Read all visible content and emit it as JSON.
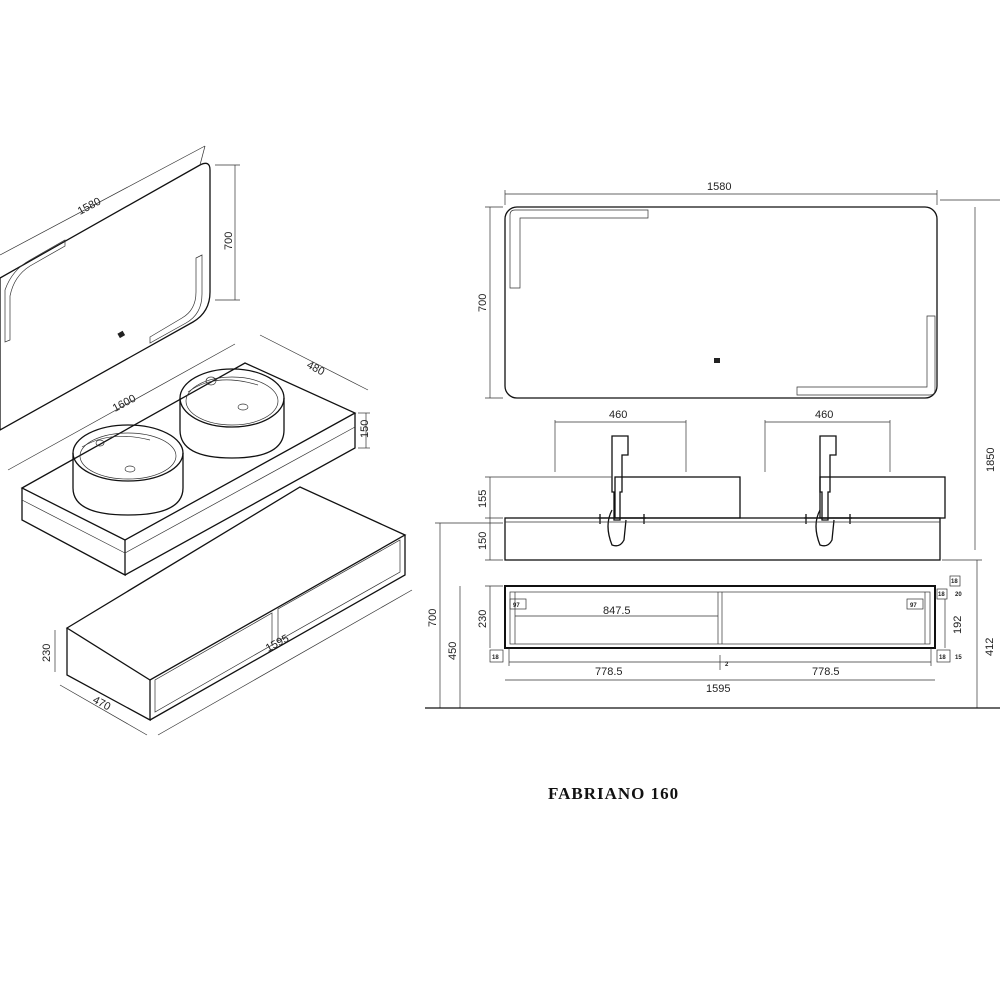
{
  "title": "FABRIANO 160",
  "iso": {
    "mirror_width": "1580",
    "mirror_height": "700",
    "top_width": "1600",
    "top_depth": "480",
    "top_height": "150",
    "cabinet_width": "1595",
    "cabinet_depth": "470",
    "cabinet_height": "230"
  },
  "front": {
    "mirror_width": "1580",
    "mirror_height": "700",
    "basin_left_width": "460",
    "basin_right_width": "460",
    "basin_height": "155",
    "top_height": "150",
    "total_height": "1850",
    "mount_height": "700",
    "cabinet_mount": "450",
    "cabinet_height": "230",
    "drawer_width": "847.5",
    "drawer_height": "192",
    "cabinet_total": "412",
    "half_left": "778.5",
    "half_right": "778.5",
    "cabinet_width": "1595",
    "small_97_left": "97",
    "small_97_right": "97",
    "small_18a": "18",
    "small_18b": "18",
    "small_18c": "18",
    "small_18d": "18",
    "small_2": "2",
    "small_15": "15",
    "small_20": "20"
  }
}
